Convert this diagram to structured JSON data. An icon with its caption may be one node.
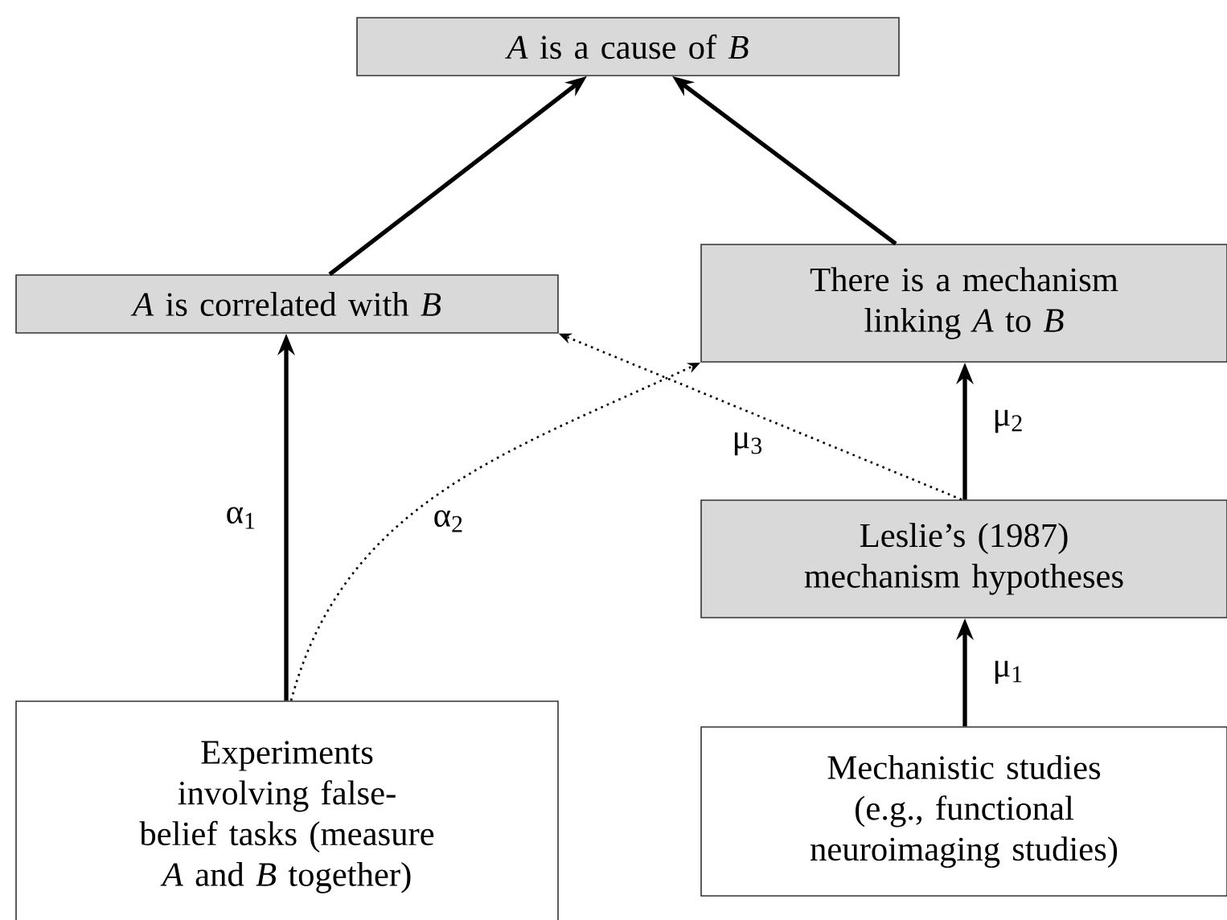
{
  "diagram": {
    "nodes": [
      {
        "text": [
          "*A* is a cause of *B*"
        ]
      },
      {
        "text": [
          "*A* is correlated with *B*"
        ]
      },
      {
        "text": [
          "There is a mechanism linking *A* to *B*"
        ]
      },
      {
        "text": [
          "Leslie’s (1987) mechanism hypotheses"
        ]
      },
      {
        "text": [
          "Experiments involving false-belief tasks (measure *A* and *B* together)"
        ]
      },
      {
        "text": [
          "Mechanistic studies (e.g., functional neuroimaging studies)"
        ]
      }
    ],
    "edges": [
      {
        "from": 1,
        "to": 0,
        "arrow": "to"
      },
      {
        "from": 2,
        "to": 0,
        "arrow": "to"
      },
      {
        "from": 4,
        "to": 1,
        "arrow": "to",
        "label": "α$_{1}$"
      },
      {
        "from": 4,
        "to": 2,
        "arrow": "to",
        "label": "α$_{2}$",
        "style": "dashed"
      },
      {
        "from": 3,
        "to": 2,
        "arrow": "to",
        "label": "μ$_{2}$"
      },
      {
        "from": 3,
        "to": 1,
        "arrow": "to",
        "label": "μ$_{3}$",
        "style": "dashed"
      },
      {
        "from": 5,
        "to": 3,
        "arrow": "to",
        "label": "μ$_{1}$"
      }
    ]
  }
}
